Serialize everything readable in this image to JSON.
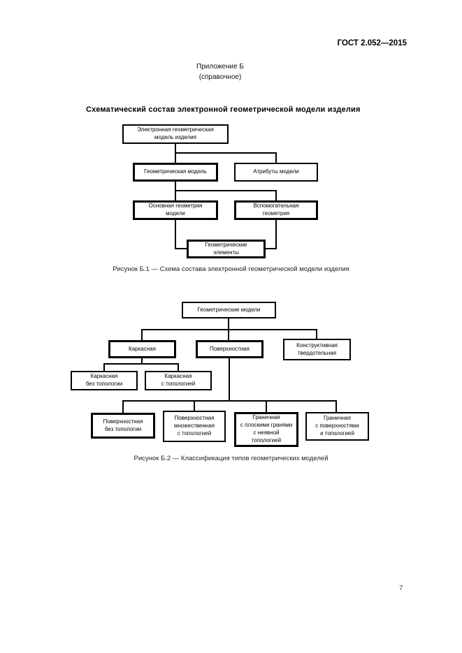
{
  "doc": {
    "standard_ref": "ГОСТ 2.052—2015",
    "annex_title": "Приложение Б",
    "annex_kind": "(справочное)",
    "section_title": "Схематический состав электронной геометрической модели изделия",
    "page_number": "7"
  },
  "figure_b1": {
    "caption": "Рисунок Б.1 — Схема состава электронной геометрической модели изделия",
    "nodes": {
      "root": [
        "Электронная геометрическая",
        "модель изделия"
      ],
      "geometric_model": "Геометрическая модель",
      "model_attributes": "Атрибуты модели",
      "main_geometry": [
        "Основная геометрия",
        "модели"
      ],
      "auxiliary_geometry": [
        "Вспомогательная",
        "геометрия"
      ],
      "geometric_elements": [
        "Геометрические",
        "элементы"
      ]
    }
  },
  "figure_b2": {
    "caption": "Рисунок Б.2 — Классификация типов геометрических моделей",
    "nodes": {
      "root": "Геометрические модели",
      "wireframe": "Каркасная",
      "surface": "Поверхностная",
      "constructive_solid": [
        "Конструктивная",
        "твердотельная"
      ],
      "wireframe_without_topology": [
        "Каркасная",
        "без топологии"
      ],
      "wireframe_with_topology": [
        "Каркасная",
        "с топологией"
      ],
      "surface_without_topology": [
        "Поверхностная",
        "без топологии"
      ],
      "surface_multiple_with_topology": [
        "Поверхностная",
        "множественная",
        "с топологией"
      ],
      "boundary_flat_faces_implicit_topology": [
        "Граничная",
        "с плоскими гранями",
        "с неявной",
        "топологией"
      ],
      "boundary_surfaces_and_topology": [
        "Граничная",
        "с поверхностями",
        "и топологией"
      ]
    }
  }
}
